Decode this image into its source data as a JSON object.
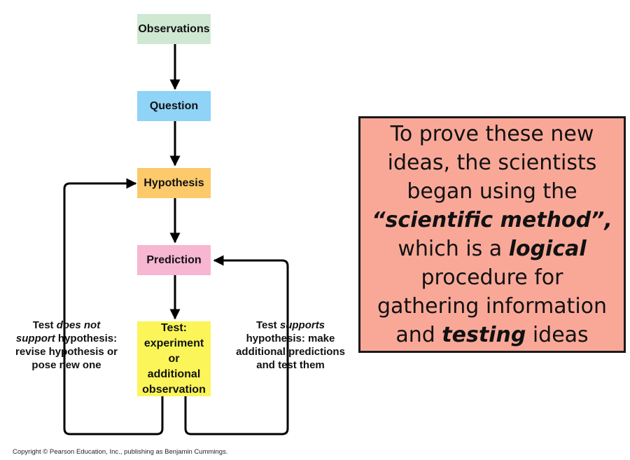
{
  "flowchart": {
    "observations": "Observations",
    "question": "Question",
    "hypothesis": "Hypothesis",
    "prediction": "Prediction",
    "test": [
      "Test:",
      "experiment or",
      "additional",
      "observation"
    ],
    "left_label": {
      "l1_a": "Test ",
      "l1_b": "does not",
      "l2_a": "support",
      "l2_b": " hypothesis:",
      "l3": "revise hypothesis or",
      "l4": "pose new one"
    },
    "right_label": {
      "l1_a": "Test ",
      "l1_b": "supports",
      "l2": "hypothesis: make",
      "l3": "additional predictions",
      "l4": "and test them"
    },
    "copyright": "Copyright © Pearson Education, Inc., publishing as Benjamin Cummings."
  },
  "callout": {
    "line1": "To prove these new",
    "line2": "ideas, the scientists",
    "line3": "began using the",
    "line4": "“scientific method”,",
    "line5_a": "which is a ",
    "line5_b": "logical",
    "line6": "procedure for",
    "line7": "gathering information",
    "line8_a": "and ",
    "line8_b": "testing",
    "line8_c": " ideas"
  },
  "colors": {
    "observations": "#cfe8d2",
    "question": "#8fd3f7",
    "hypothesis": "#fcc96b",
    "prediction": "#f7b6d2",
    "test": "#fbf55a",
    "callout_bg": "#f9a898",
    "arrow": "#000000"
  }
}
